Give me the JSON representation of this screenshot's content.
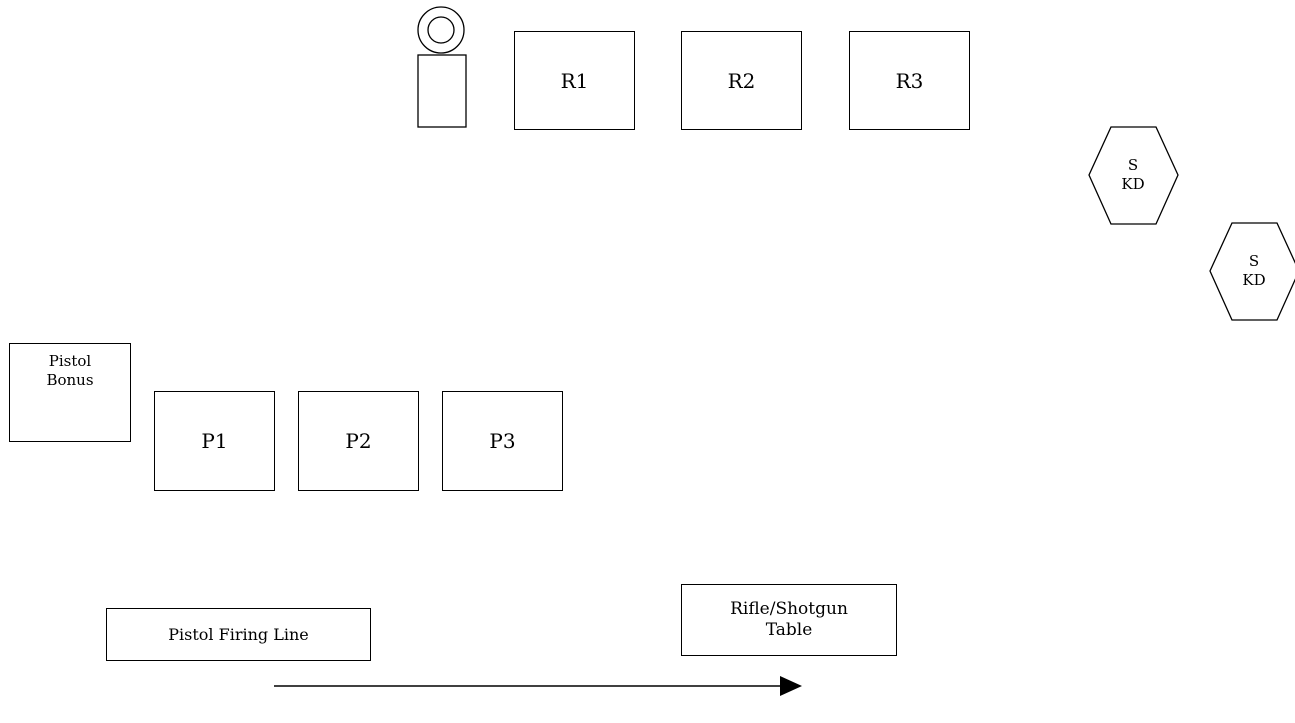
{
  "rifle_targets": [
    "R1",
    "R2",
    "R3"
  ],
  "pistol_targets": [
    "P1",
    "P2",
    "P3"
  ],
  "pistol_bonus": "Pistol\nBonus",
  "knockdowns": [
    "S\nKD",
    "S\nKD"
  ],
  "pistol_firing_line": "Pistol Firing Line",
  "rifle_table": "Rifle/Shotgun\nTable",
  "icons": {
    "bullseye": "bullseye-target-icon",
    "arrow": "direction-arrow-icon"
  }
}
